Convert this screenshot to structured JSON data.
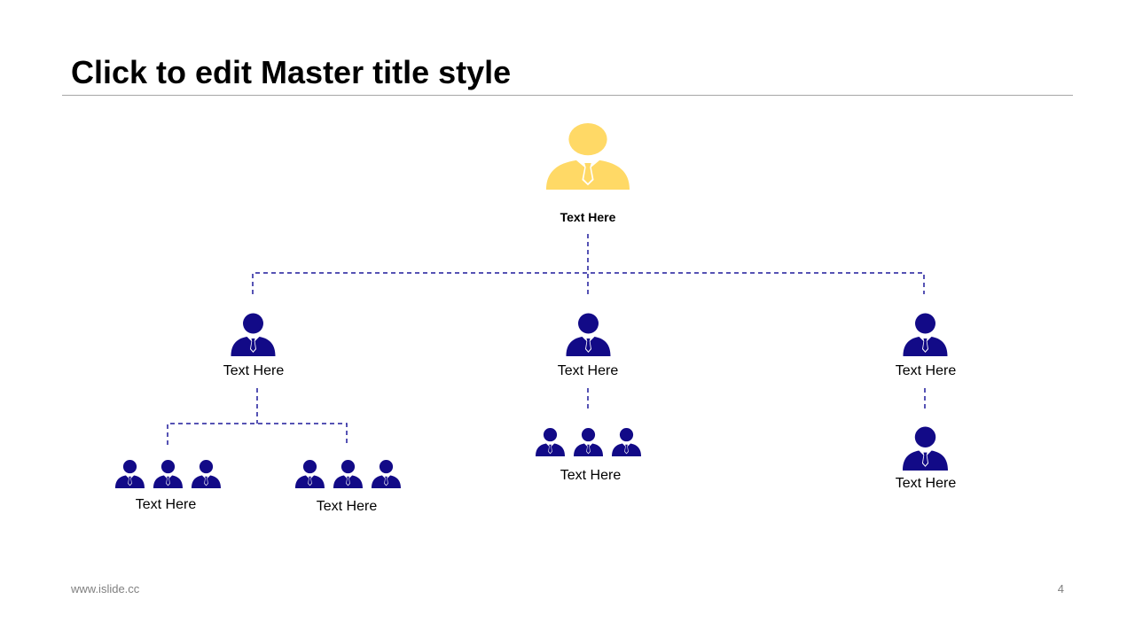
{
  "slide": {
    "title": "Click to edit Master title style",
    "footer_url": "www.islide.cc",
    "page_number": "4"
  },
  "colors": {
    "root_person": "#FFD966",
    "person": "#120A87",
    "connector": "#1F1A9C",
    "rule": "#A6A6A6"
  },
  "org": {
    "root": {
      "label": "Text Here",
      "icon": "person-icon"
    },
    "level1": [
      {
        "label": "Text Here",
        "icon": "person-icon"
      },
      {
        "label": "Text Here",
        "icon": "person-icon"
      },
      {
        "label": "Text Here",
        "icon": "person-icon"
      }
    ],
    "level2": [
      {
        "label": "Text Here",
        "icon": "group-icon",
        "people": 3
      },
      {
        "label": "Text Here",
        "icon": "group-icon",
        "people": 3
      },
      {
        "label": "Text Here",
        "icon": "group-icon",
        "people": 3
      },
      {
        "label": "Text Here",
        "icon": "person-icon",
        "people": 1
      }
    ]
  }
}
